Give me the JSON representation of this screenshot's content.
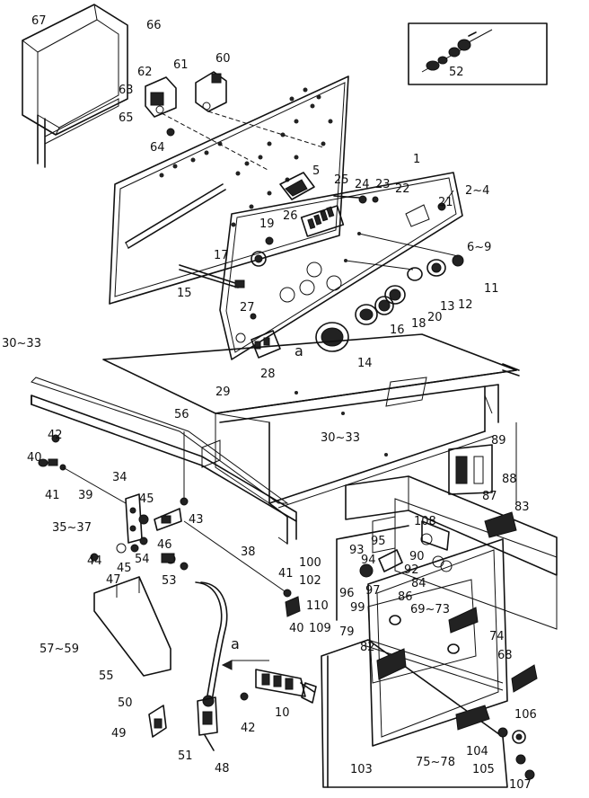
{
  "diagram": {
    "part_labels": [
      "67",
      "66",
      "62",
      "61",
      "60",
      "63",
      "65",
      "64",
      "5",
      "25",
      "24",
      "23",
      "22",
      "1",
      "2~4",
      "21",
      "26",
      "19",
      "6~9",
      "17",
      "11",
      "12",
      "13",
      "15",
      "27",
      "18",
      "20",
      "16",
      "30~33",
      "14",
      "28",
      "29",
      "56",
      "30~33",
      "89",
      "42",
      "40",
      "41",
      "34",
      "39",
      "88",
      "45",
      "87",
      "83",
      "35~37",
      "43",
      "108",
      "46",
      "95",
      "93",
      "90",
      "100",
      "94",
      "102",
      "84",
      "92",
      "44",
      "47",
      "45",
      "54",
      "53",
      "38",
      "41",
      "96",
      "97",
      "86",
      "110",
      "69~73",
      "99",
      "40",
      "109",
      "79",
      "82",
      "74",
      "57~59",
      "55",
      "68",
      "50",
      "10",
      "42",
      "49",
      "51",
      "48",
      "106",
      "104",
      "105",
      "103",
      "75~78",
      "107",
      "52",
      "a",
      "a"
    ]
  }
}
